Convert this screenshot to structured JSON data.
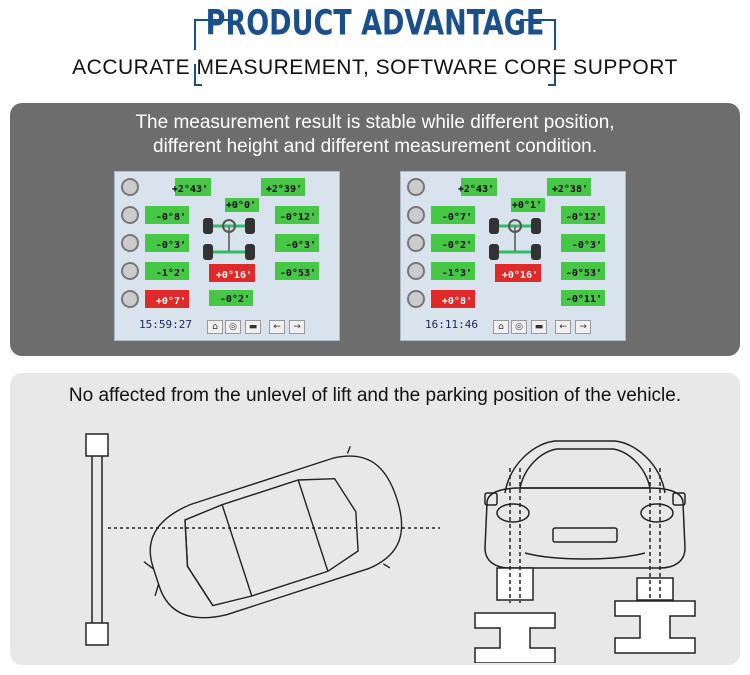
{
  "header": {
    "title": "PRODUCT ADVANTAGE",
    "subtitle": "ACCURATE MEASUREMENT, SOFTWARE CORE SUPPORT"
  },
  "panel1": {
    "caption_line1": "The measurement result is stable while different position,",
    "caption_line2": "different height and different measurement condition.",
    "screens": [
      {
        "time": "15:59:27",
        "values": [
          "+2°43'",
          "+2°39'",
          "+0°0'",
          "-0°8'",
          "-0°12'",
          "-0°3'",
          "-0°3'",
          "-1°2'",
          "+0°16'",
          "-0°53'",
          "+0°7'",
          "-0°2'"
        ]
      },
      {
        "time": "16:11:46",
        "values": [
          "+2°43'",
          "+2°38'",
          "+0°1'",
          "-0°7'",
          "-0°12'",
          "-0°2'",
          "-0°3'",
          "-1°3'",
          "+0°16'",
          "-0°53'",
          "+0°8'",
          "-0°11'"
        ]
      }
    ]
  },
  "panel2": {
    "caption": "No affected from the unlevel of lift and the parking position of the vehicle."
  },
  "colors": {
    "title": "#1a4f8c",
    "panel_dark": "#6d6d6d",
    "panel_light": "#e8e8e8",
    "readout_green": "#46c846",
    "readout_red": "#e02a2a"
  }
}
